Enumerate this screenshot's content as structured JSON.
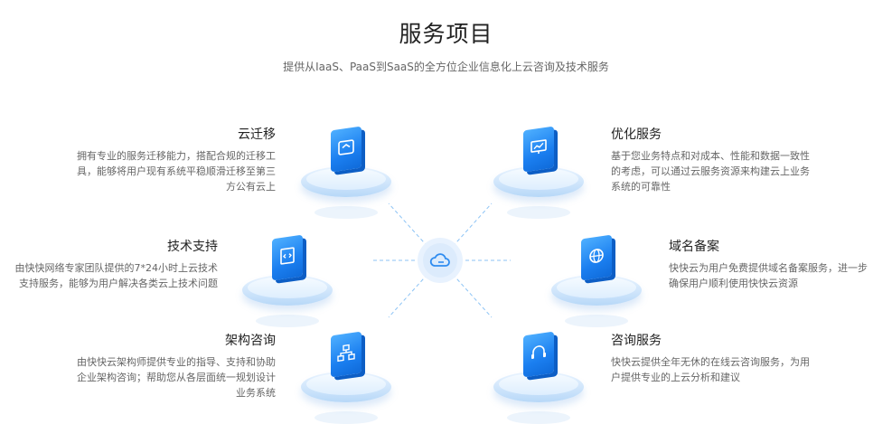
{
  "header": {
    "title": "服务项目",
    "subtitle": "提供从IaaS、PaaS到SaaS的全方位企业信息化上云咨询及技术服务"
  },
  "services": {
    "migration": {
      "title": "云迁移",
      "lines": [
        "拥有专业的服务迁移能力，搭配合规的迁移工",
        "具，能够将用户现有系统平稳顺滑迁移至第三",
        "方公有云上"
      ]
    },
    "optimization": {
      "title": "优化服务",
      "lines": [
        "基于您业务特点和对成本、性能和数据一致性",
        "的考虑，可以通过云服务资源来构建云上业务",
        "系统的可靠性"
      ]
    },
    "support": {
      "title": "技术支持",
      "lines": [
        "由快快网络专家团队提供的7*24小时上云技术",
        "支持服务，能够为用户解决各类云上技术问题"
      ]
    },
    "domain": {
      "title": "域名备案",
      "lines": [
        "快快云为用户免费提供域名备案服务，进一步",
        "确保用户顺利使用快快云资源"
      ]
    },
    "architecture": {
      "title": "架构咨询",
      "lines": [
        "由快快云架构师提供专业的指导、支持和协助",
        "企业架构咨询；帮助您从各层面统一规划设计",
        "业务系统"
      ]
    },
    "consulting": {
      "title": "咨询服务",
      "lines": [
        "快快云提供全年无休的在线云咨询服务，为用",
        "户提供专业的上云分析和建议"
      ]
    }
  },
  "icons": {
    "migration": "migration-icon",
    "optimization": "chart-monitor-icon",
    "support": "code-doc-icon",
    "domain": "globe-icon",
    "architecture": "org-chart-icon",
    "consulting": "headset-icon",
    "hub": "cloud-icon"
  },
  "colors": {
    "accent": "#1b7ff0",
    "ray": "#8cc3f5"
  }
}
